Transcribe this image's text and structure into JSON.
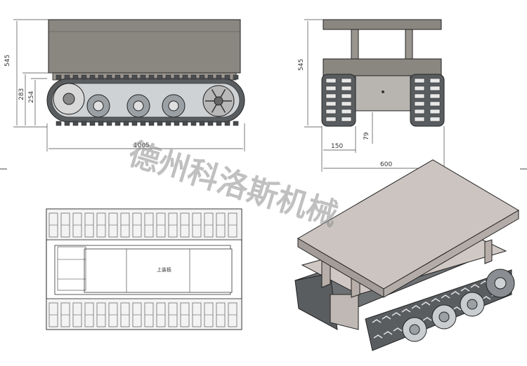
{
  "dimensions": {
    "overall_height": "545",
    "track_top_height": "283",
    "track_height": "254",
    "overall_length": "1005",
    "front_height": "545",
    "ground_clearance": "79",
    "track_width": "150",
    "overall_width": "600"
  },
  "plate_label": "上装板",
  "watermark": "德州科洛斯机械",
  "colors": {
    "platform": "#8a8680",
    "platform_light": "#cbc4c0",
    "wheel": "#9aa0a4",
    "track": "#5a5d60",
    "line": "#222222"
  }
}
